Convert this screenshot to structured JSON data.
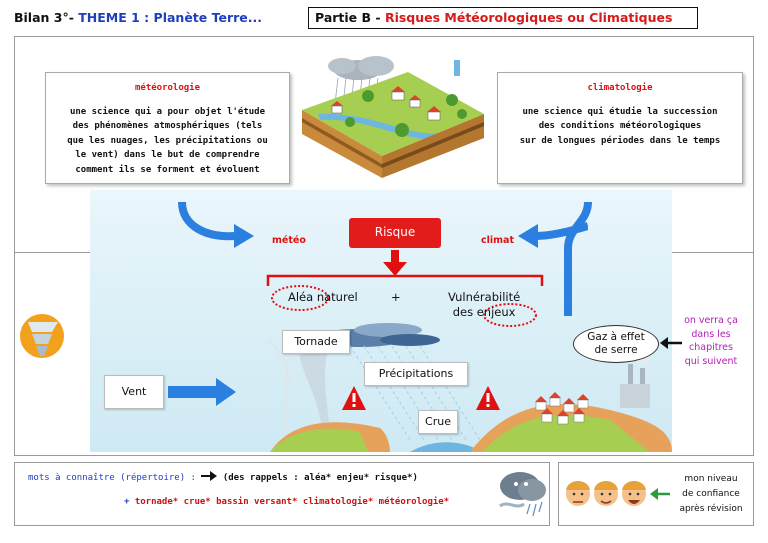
{
  "header": {
    "prefix": "Bilan 3°- ",
    "theme": "THEME 1 : Planète Terre...",
    "part_prefix": "Partie B - ",
    "part_title": "Risques Météorologiques ou Climatiques"
  },
  "meteorologie": {
    "title": "météorologie",
    "definition_lines": [
      "une science qui a pour objet l'étude",
      "des phénomènes atmosphériques (tels",
      "que les nuages, les précipitations ou",
      "le vent) dans le but de comprendre",
      "comment ils se forment et évoluent"
    ]
  },
  "climatologie": {
    "title": "climatologie",
    "definition_lines": [
      "une science qui étudie la succession",
      "des conditions météorologiques",
      "sur de longues périodes dans le temps"
    ]
  },
  "diagram": {
    "meteo_label": "météo",
    "climat_label": "climat",
    "risque": "Risque",
    "alea": "Aléa naturel",
    "plus": "+",
    "vulnerabilite_line1": "Vulnérabilité",
    "vulnerabilite_line2": "des enjeux",
    "tornade": "Tornade",
    "precipitations": "Précipitations",
    "crue": "Crue",
    "vent": "Vent",
    "gaz_line1": "Gaz à effet",
    "gaz_line2": "de serre",
    "note_lines": [
      "on verra ça",
      "dans les",
      "chapitres",
      "qui suivent"
    ]
  },
  "footer": {
    "mots_title": "mots à connaître (répertoire) :",
    "rappels": "(des rappels : aléa* enjeu* risque*)",
    "keywords_plus": "+",
    "keywords": "tornade* crue* bassin versant* climatologie* météorologie*",
    "niveau_lines": [
      "mon niveau",
      "de confiance",
      "après révision"
    ]
  },
  "colors": {
    "title_blue": "#1f3fbf",
    "accent_red": "#e01010",
    "arrow_blue": "#2a7fe0",
    "note_purple": "#b01fb8"
  }
}
